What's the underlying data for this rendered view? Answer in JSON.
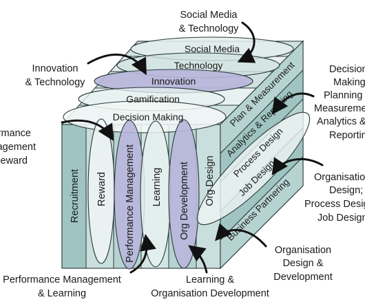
{
  "callouts": {
    "social_media_technology": [
      "Social Media",
      "& Technology"
    ],
    "innovation_technology": [
      "Innovation",
      "& Technology"
    ],
    "performance_management_reward": [
      "Performance",
      "Management",
      "& Reward"
    ],
    "decision_making_planning": [
      "Decision",
      "Making;",
      "Planning",
      "Measurement",
      "Analytics &",
      "Reporting"
    ],
    "org_design_process_job": [
      "Organisation",
      "Design;",
      "Process Design;",
      "Job Design"
    ],
    "org_design_development": [
      "Organisation",
      "Design &",
      "Development"
    ],
    "learning_org_development": [
      "Learning &",
      "Organisation Development"
    ],
    "performance_management_learning": [
      "Performance Management",
      "& Learning"
    ]
  },
  "top_face": {
    "social_media": "Social Media",
    "technology": "Technology",
    "innovation": "Innovation",
    "gamification": "Gamification",
    "decision_making": "Decision Making"
  },
  "front_face": {
    "recruitment": "Recruitment",
    "reward": "Reward",
    "performance_management": "Performance Management",
    "learning": "Learning",
    "org_development": "Org Development",
    "org_design": "Org Design"
  },
  "side_face": {
    "plan_measurement": "Plan & Measurement",
    "analytics_reporting": "Analytics & Reporting",
    "process_design": "Process Design",
    "job_design": "Job Design",
    "business_partnering": "Business Partnering"
  },
  "colors": {
    "teal_band": "#b7d3d1",
    "light_band": "#e8f1f0",
    "lavender": "#b8b6dc",
    "edge": "#2b3a3a"
  }
}
